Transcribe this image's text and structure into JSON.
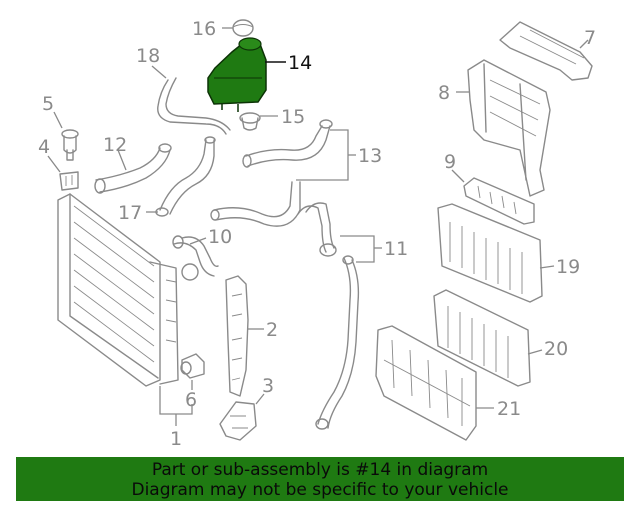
{
  "diagram": {
    "highlight_color": "#1f7a12",
    "callouts": [
      "1",
      "2",
      "3",
      "4",
      "5",
      "6",
      "7",
      "8",
      "9",
      "10",
      "11",
      "12",
      "13",
      "14",
      "15",
      "16",
      "17",
      "18",
      "19",
      "20",
      "21"
    ],
    "highlighted_callout": "14"
  },
  "banner": {
    "line1": "Part or sub-assembly is #14 in diagram",
    "line2": "Diagram may not be specific to your vehicle",
    "background": "#1f7a12"
  }
}
